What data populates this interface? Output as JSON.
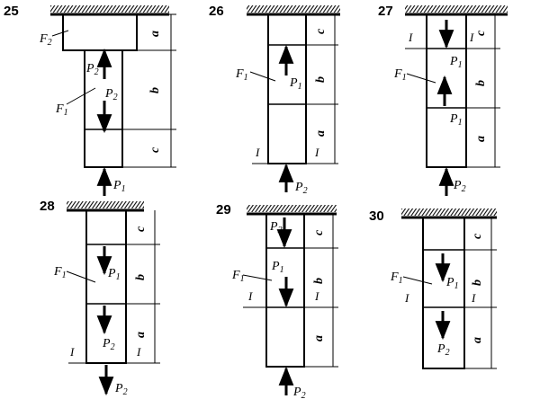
{
  "problems": [
    {
      "number": "25",
      "labels": {
        "F2": "F",
        "F2_sub": "2",
        "F1": "F",
        "F1_sub": "1",
        "P2a": "P",
        "P2a_sub": "2",
        "P2b": "P",
        "P2b_sub": "2",
        "P1": "P",
        "P1_sub": "1"
      },
      "dims": [
        "a",
        "b",
        "c"
      ]
    },
    {
      "number": "26",
      "labels": {
        "F1": "F",
        "F1_sub": "1",
        "P1": "P",
        "P1_sub": "1",
        "P2": "P",
        "P2_sub": "2"
      },
      "dims": [
        "c",
        "b",
        "a"
      ],
      "section": "I"
    },
    {
      "number": "27",
      "labels": {
        "F1": "F",
        "F1_sub": "1",
        "P1a": "P",
        "P1a_sub": "1",
        "P1b": "P",
        "P1b_sub": "1",
        "P2": "P",
        "P2_sub": "2"
      },
      "dims": [
        "c",
        "b",
        "a"
      ],
      "section": "I"
    },
    {
      "number": "28",
      "labels": {
        "F1": "F",
        "F1_sub": "1",
        "P1": "P",
        "P1_sub": "1",
        "P2a": "P",
        "P2a_sub": "2",
        "P2b": "P",
        "P2b_sub": "2"
      },
      "dims": [
        "c",
        "b",
        "a"
      ],
      "section": "I"
    },
    {
      "number": "29",
      "labels": {
        "F1": "F",
        "F1_sub": "1",
        "P2a": "P",
        "P2a_sub": "2",
        "P1": "P",
        "P1_sub": "1",
        "P2b": "P",
        "P2b_sub": "2"
      },
      "dims": [
        "c",
        "b",
        "a"
      ],
      "section": "I"
    },
    {
      "number": "30",
      "labels": {
        "F1": "F",
        "F1_sub": "1",
        "P1": "P",
        "P1_sub": "1",
        "P2": "P",
        "P2_sub": "2"
      },
      "dims": [
        "c",
        "b",
        "a"
      ],
      "section": "I"
    }
  ]
}
